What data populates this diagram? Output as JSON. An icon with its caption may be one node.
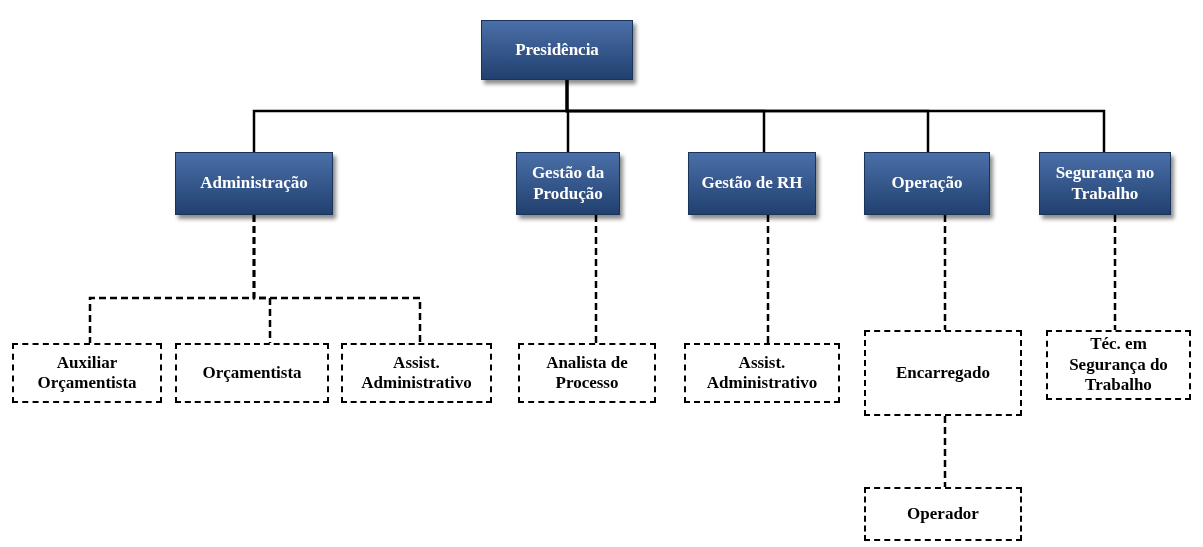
{
  "diagram": {
    "nodes": [
      {
        "text": [
          "Presidência"
        ]
      },
      {
        "text": [
          "Administração"
        ]
      },
      {
        "text": [
          "Gestão da Produção"
        ]
      },
      {
        "text": [
          "Gestão de RH"
        ]
      },
      {
        "text": [
          "Operação"
        ]
      },
      {
        "text": [
          "Segurança no Trabalho"
        ]
      },
      {
        "text": [
          "Auxiliar Orçamentista"
        ]
      },
      {
        "text": [
          "Orçamentista"
        ]
      },
      {
        "text": [
          "Assist. Administrativo"
        ]
      },
      {
        "text": [
          "Analista de Processo"
        ]
      },
      {
        "text": [
          "Assist. Administrativo"
        ]
      },
      {
        "text": [
          "Encarregado"
        ]
      },
      {
        "text": [
          "Téc. em Segurança do Trabalho"
        ]
      },
      {
        "text": [
          "Operador"
        ]
      }
    ],
    "edges": [
      {
        "from": 0,
        "to": 1,
        "arrow": "none"
      },
      {
        "from": 0,
        "to": 2,
        "arrow": "none"
      },
      {
        "from": 0,
        "to": 3,
        "arrow": "none"
      },
      {
        "from": 0,
        "to": 4,
        "arrow": "none"
      },
      {
        "from": 0,
        "to": 5,
        "arrow": "none"
      },
      {
        "from": 1,
        "to": 6,
        "arrow": "none",
        "style": "dashed"
      },
      {
        "from": 1,
        "to": 7,
        "arrow": "none",
        "style": "dashed"
      },
      {
        "from": 1,
        "to": 8,
        "arrow": "none",
        "style": "dashed"
      },
      {
        "from": 2,
        "to": 9,
        "arrow": "none",
        "style": "dashed"
      },
      {
        "from": 3,
        "to": 10,
        "arrow": "none",
        "style": "dashed"
      },
      {
        "from": 4,
        "to": 11,
        "arrow": "none",
        "style": "dashed"
      },
      {
        "from": 5,
        "to": 12,
        "arrow": "none",
        "style": "dashed"
      },
      {
        "from": 11,
        "to": 13,
        "arrow": "none",
        "style": "dashed"
      }
    ]
  }
}
